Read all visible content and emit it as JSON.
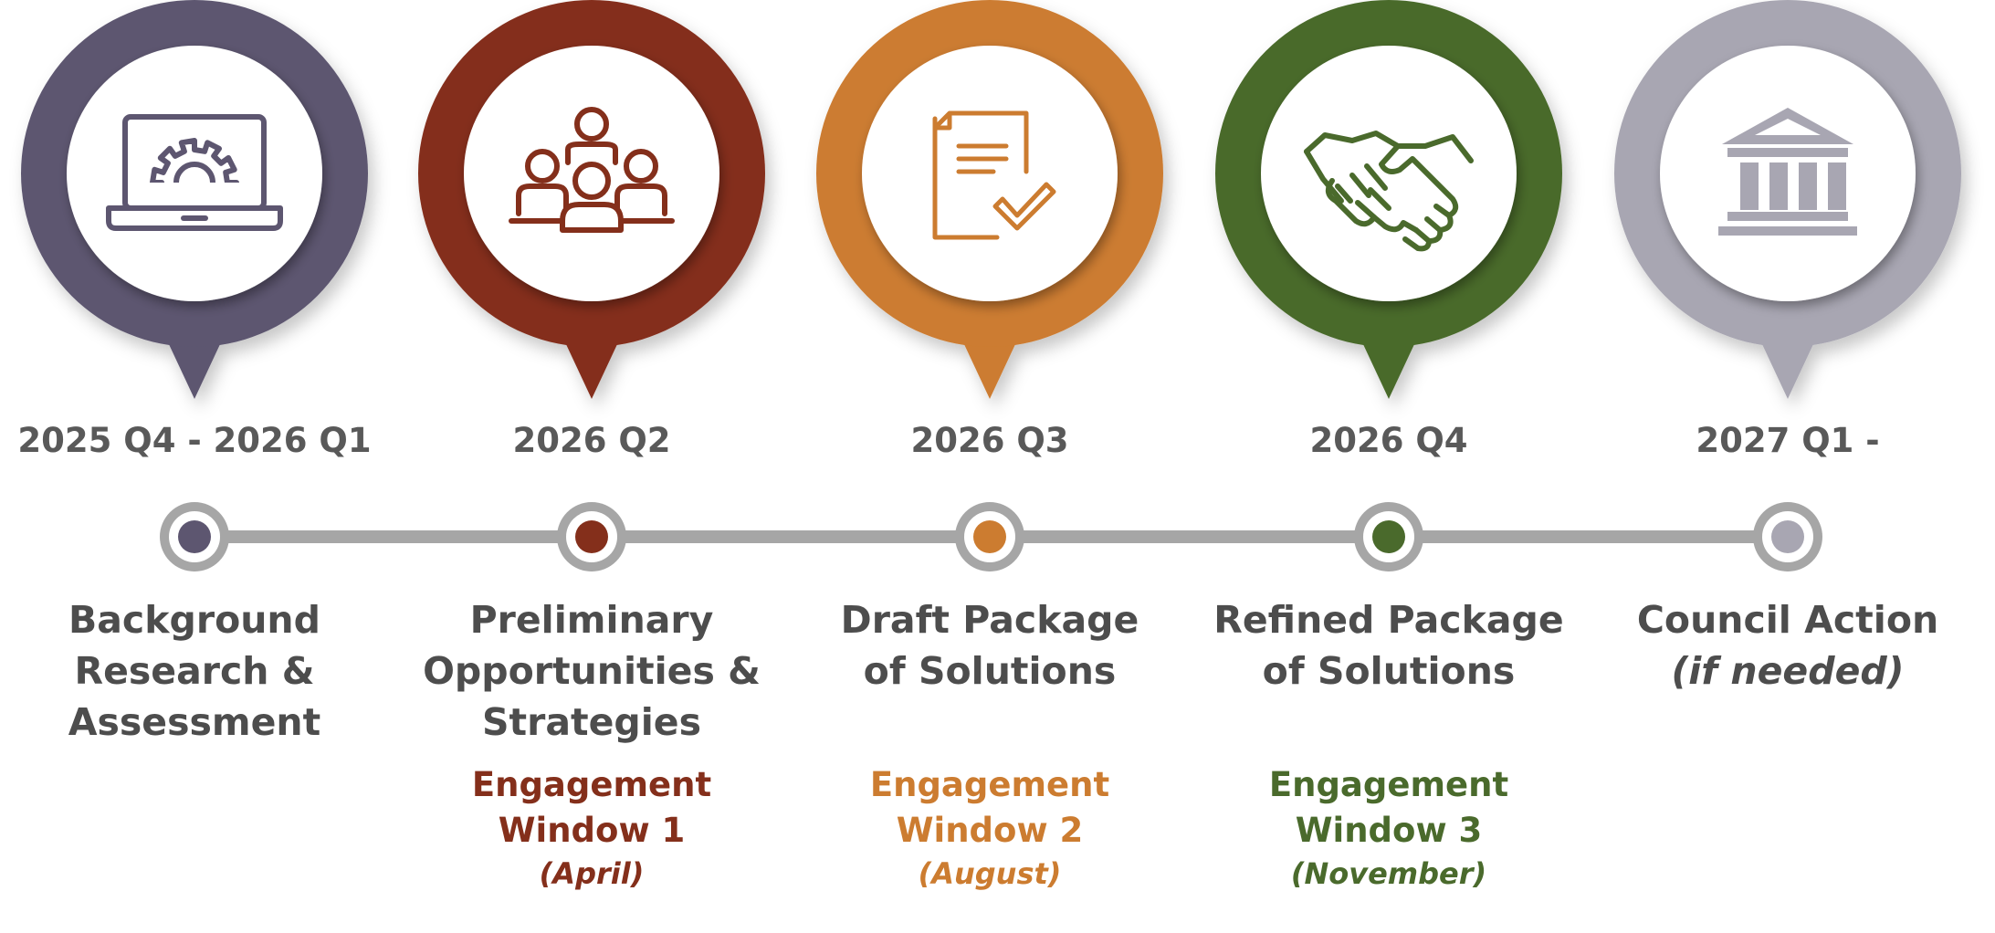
{
  "colors": {
    "line": "#a6a6a6",
    "ring": "#a6a6a6",
    "phase1": "#5d5670",
    "phase2": "#842f1b",
    "phase3": "#cc7c30",
    "phase4": "#4a6a2c",
    "phase5": "#a8a6b2",
    "text": "#4d4d4d"
  },
  "milestones": [
    {
      "icon": "laptop-gear-icon",
      "period": "2025 Q4 - 2026 Q1",
      "title_lines": [
        "Background",
        "Research &",
        "Assessment"
      ],
      "engagement": null
    },
    {
      "icon": "people-group-icon",
      "period": "2026 Q2",
      "title_lines": [
        "Preliminary",
        "Opportunities &",
        "Strategies"
      ],
      "engagement": {
        "lines": [
          "Engagement",
          "Window 1"
        ],
        "month": "(April)"
      }
    },
    {
      "icon": "document-check-icon",
      "period": "2026 Q3",
      "title_lines": [
        "Draft Package",
        "of Solutions"
      ],
      "engagement": {
        "lines": [
          "Engagement",
          "Window 2"
        ],
        "month": "(August)"
      }
    },
    {
      "icon": "handshake-icon",
      "period": "2026 Q4",
      "title_lines": [
        "Refined Package",
        "of Solutions"
      ],
      "engagement": {
        "lines": [
          "Engagement",
          "Window 3"
        ],
        "month": "(November)"
      }
    },
    {
      "icon": "government-building-icon",
      "period": "2027 Q1 -",
      "title_lines": [
        "Council Action"
      ],
      "title_note": "(if needed)",
      "engagement": null
    }
  ]
}
